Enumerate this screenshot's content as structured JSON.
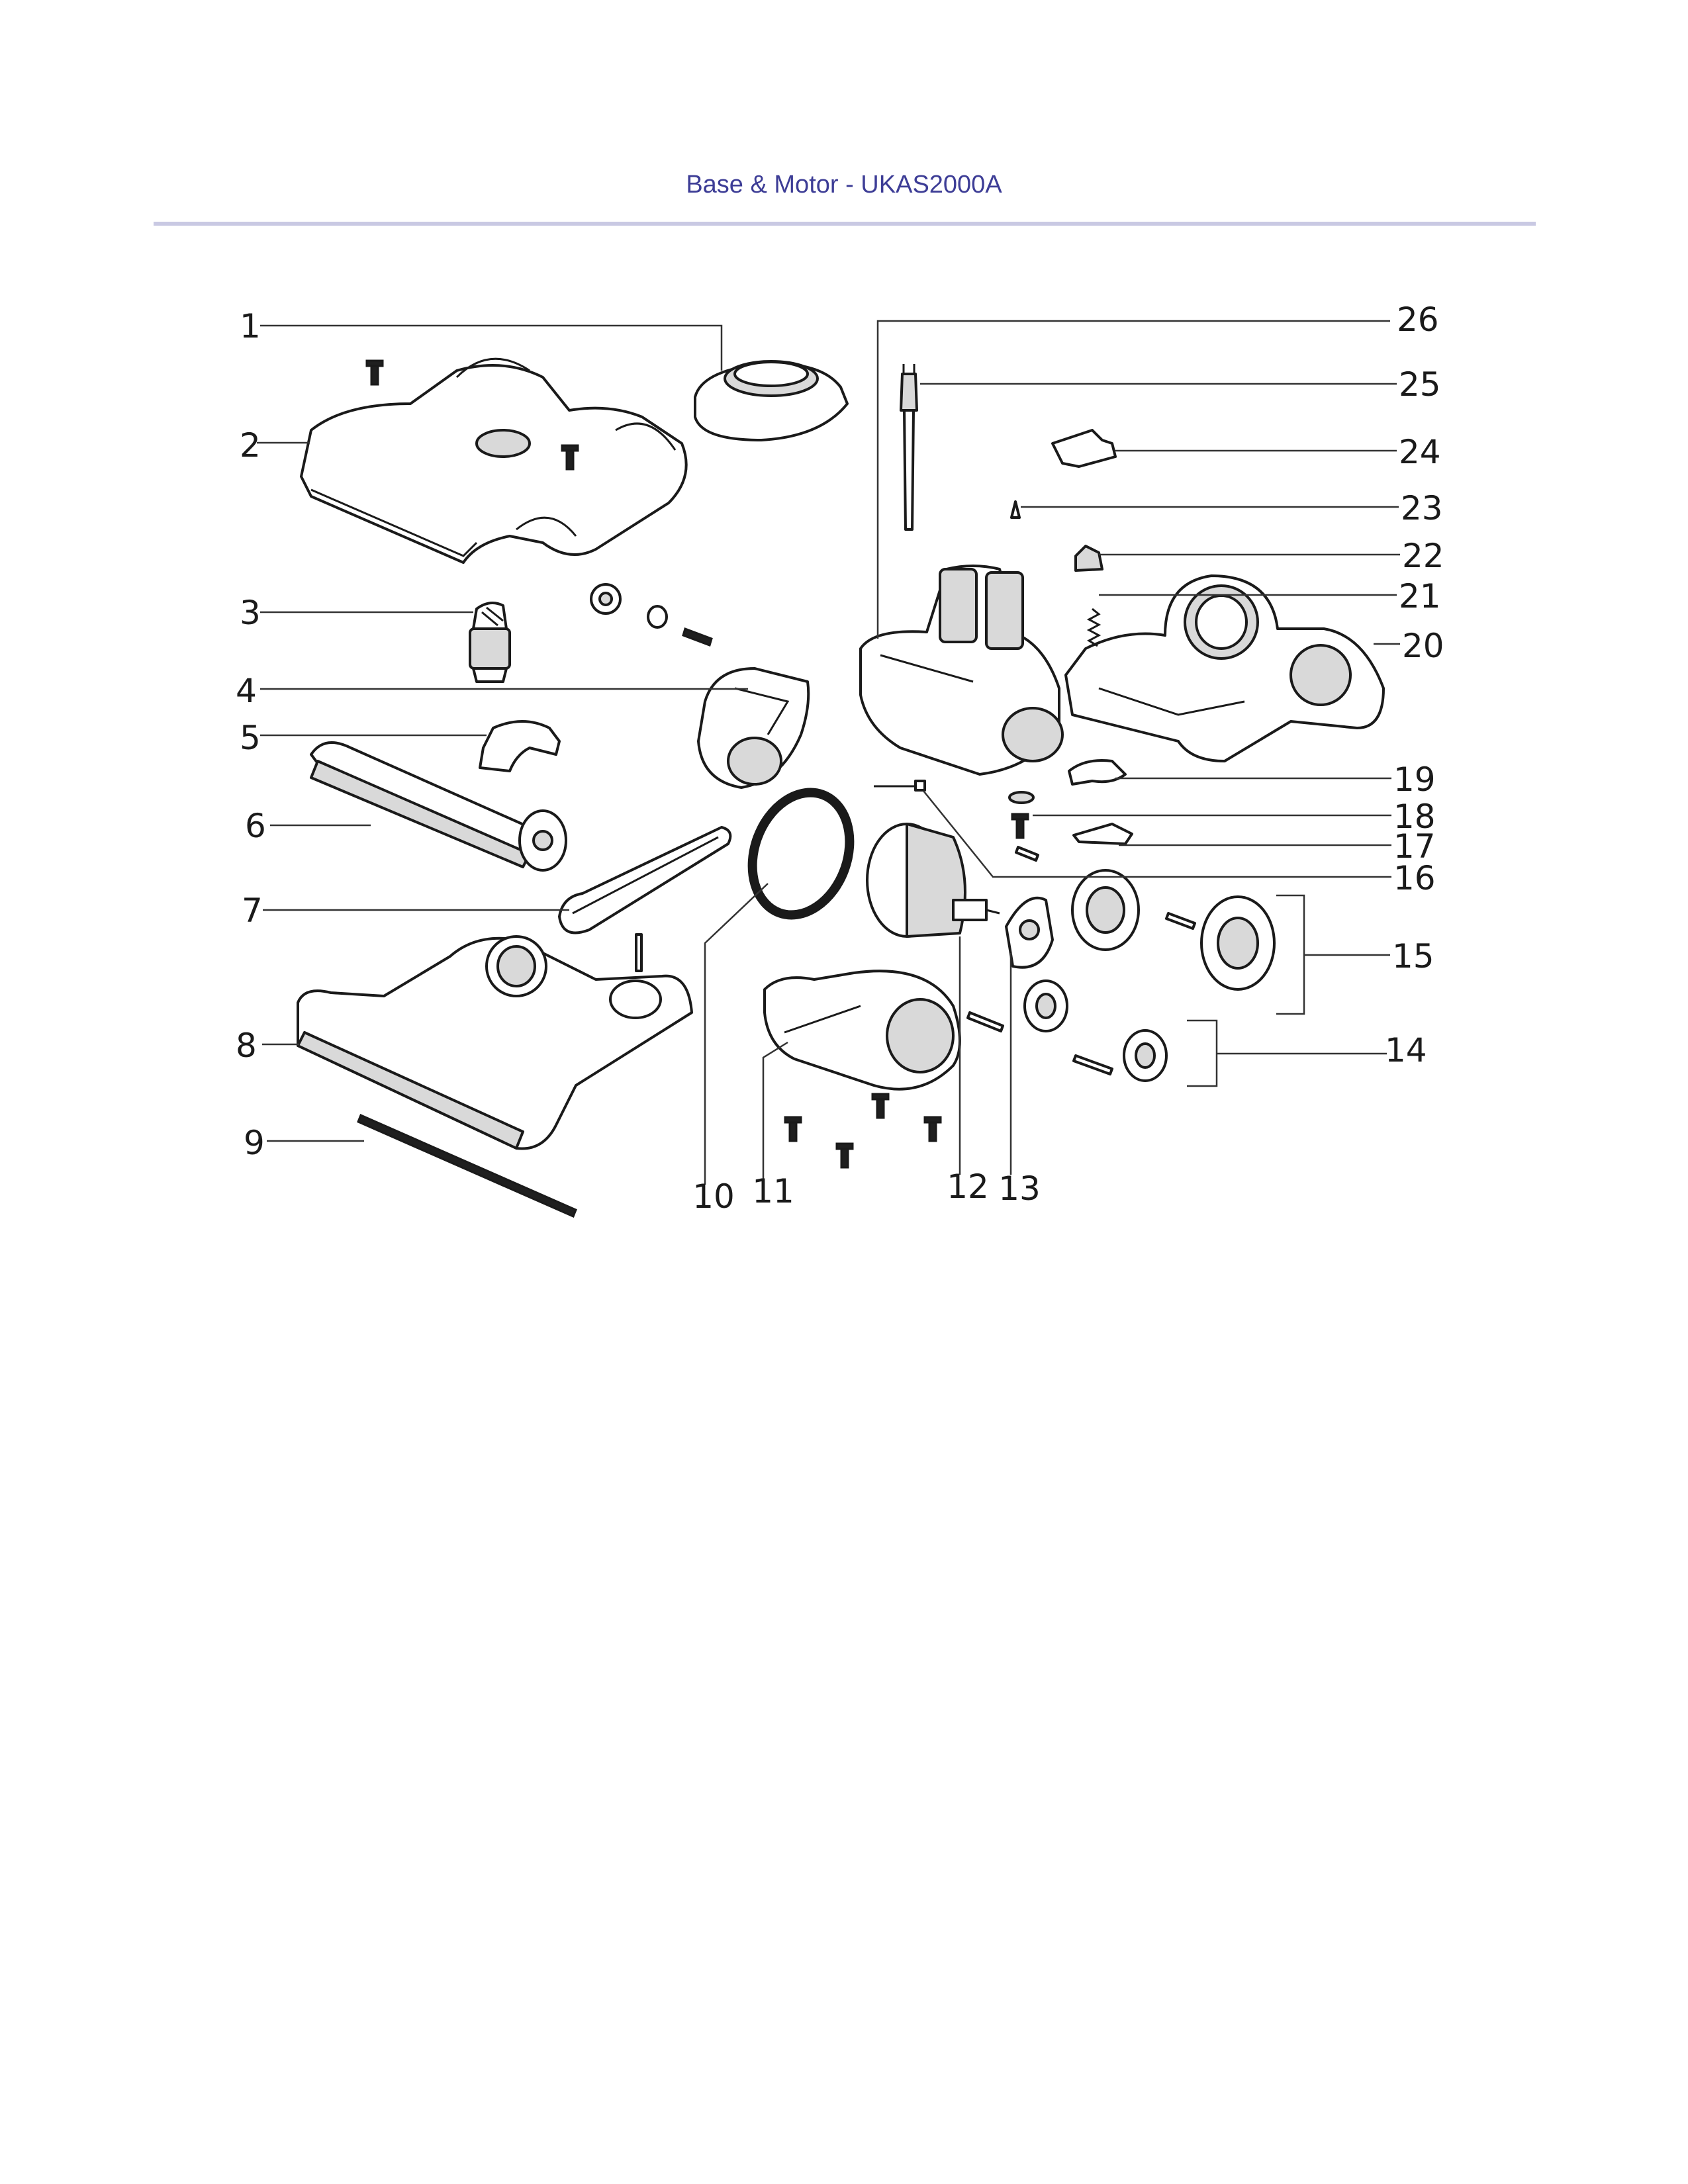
{
  "header": {
    "title": "Base & Motor - UKAS2000A"
  },
  "callouts": [
    {
      "id": "c1",
      "label": "1"
    },
    {
      "id": "c2",
      "label": "2"
    },
    {
      "id": "c3",
      "label": "3"
    },
    {
      "id": "c4",
      "label": "4"
    },
    {
      "id": "c5",
      "label": "5"
    },
    {
      "id": "c6",
      "label": "6"
    },
    {
      "id": "c7",
      "label": "7"
    },
    {
      "id": "c8",
      "label": "8"
    },
    {
      "id": "c9",
      "label": "9"
    },
    {
      "id": "c10",
      "label": "10"
    },
    {
      "id": "c11",
      "label": "11"
    },
    {
      "id": "c12",
      "label": "12"
    },
    {
      "id": "c13",
      "label": "13"
    },
    {
      "id": "c14",
      "label": "14"
    },
    {
      "id": "c15",
      "label": "15"
    },
    {
      "id": "c16",
      "label": "16"
    },
    {
      "id": "c17",
      "label": "17"
    },
    {
      "id": "c18",
      "label": "18"
    },
    {
      "id": "c19",
      "label": "19"
    },
    {
      "id": "c20",
      "label": "20"
    },
    {
      "id": "c21",
      "label": "21"
    },
    {
      "id": "c22",
      "label": "22"
    },
    {
      "id": "c23",
      "label": "23"
    },
    {
      "id": "c24",
      "label": "24"
    },
    {
      "id": "c25",
      "label": "25"
    },
    {
      "id": "c26",
      "label": "26"
    }
  ]
}
